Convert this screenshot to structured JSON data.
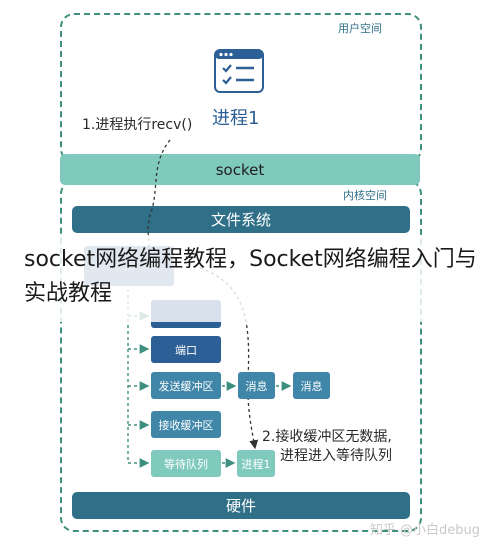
{
  "user_space": {
    "label": "用户空间"
  },
  "process": {
    "title": "进程1",
    "icon": "process-window-icon"
  },
  "annotation_recv": "1.进程执行recv()",
  "socket_bar": {
    "label": "socket"
  },
  "kernel_space": {
    "label": "内核空间"
  },
  "filesystem_bar": {
    "label": "文件系统"
  },
  "hidden_box_label": "…",
  "port_box": {
    "label": "端口"
  },
  "send_buffer": {
    "label": "发送缓冲区",
    "messages": [
      "消息",
      "消息"
    ]
  },
  "recv_buffer": {
    "label": "接收缓冲区"
  },
  "wait_queue": {
    "label": "等待队列",
    "process_label": "进程1"
  },
  "annotation_recv_empty": [
    "2.接收缓冲区无数据,",
    "进程进入等待队列"
  ],
  "hardware_bar": {
    "label": "硬件"
  },
  "overlay_title": "socket网络编程教程，Socket网络编程入门与实战教程",
  "watermark": "知乎 @小白debug",
  "colors": {
    "teal_bar": "#7fc9bd",
    "dark_blue": "#2c5f95",
    "mid_blue": "#3f86a8",
    "dash": "#3e8f7f"
  }
}
